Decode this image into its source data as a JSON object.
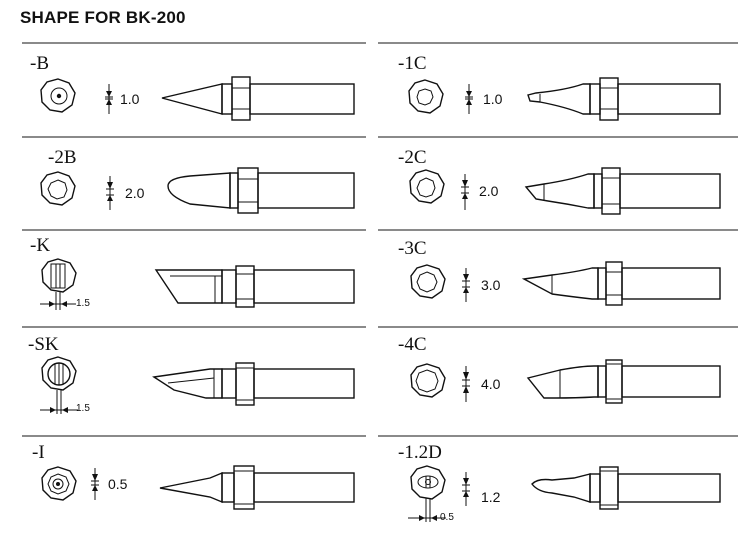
{
  "title": "SHAPE FOR BK-200",
  "tips": [
    {
      "label": "-B",
      "size": "1.0",
      "width": ""
    },
    {
      "label": "-1C",
      "size": "1.0",
      "width": ""
    },
    {
      "label": "-2B",
      "size": "2.0",
      "width": ""
    },
    {
      "label": "-2C",
      "size": "2.0",
      "width": ""
    },
    {
      "label": "-K",
      "size": "",
      "width": "1.5"
    },
    {
      "label": "-3C",
      "size": "3.0",
      "width": ""
    },
    {
      "label": "-SK",
      "size": "",
      "width": "1.5"
    },
    {
      "label": "-4C",
      "size": "4.0",
      "width": ""
    },
    {
      "label": "-I",
      "size": "0.5",
      "width": ""
    },
    {
      "label": "-1.2D",
      "size": "1.2",
      "width": "0.5"
    }
  ]
}
